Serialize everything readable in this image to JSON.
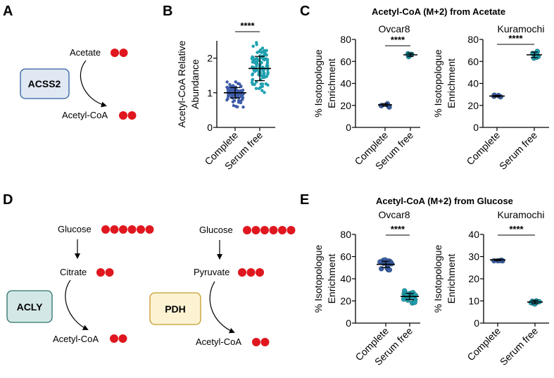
{
  "colors": {
    "complete": "#3f5ca8",
    "serum_free": "#1fa0b0",
    "carbon": "#e0171f",
    "acss2_fill": "#dfe8f3",
    "acss2_stroke": "#2f5f9e",
    "acly_fill": "#d3e8e6",
    "acly_stroke": "#2e6f6a",
    "pdh_fill": "#fdf3d3",
    "pdh_stroke": "#c49a2a"
  },
  "panels": {
    "A": {
      "letter": "A",
      "enzyme": "ACSS2",
      "substrate": "Acetate",
      "substrate_carbons": 2,
      "product": "Acetyl-CoA",
      "product_carbons": 2
    },
    "B": {
      "letter": "B"
    },
    "C": {
      "letter": "C",
      "heading": "Acetyl-CoA (M+2) from Acetate"
    },
    "D": {
      "letter": "D",
      "left": {
        "source": "Glucose",
        "source_carbons": 6,
        "intermediate": "Citrate",
        "intermediate_carbons": 2,
        "enzyme": "ACLY",
        "product": "Acetyl-CoA",
        "product_carbons": 2
      },
      "right": {
        "source": "Glucose",
        "source_carbons": 6,
        "intermediate": "Pyruvate",
        "intermediate_carbons": 3,
        "enzyme": "PDH",
        "product": "Acetyl-CoA",
        "product_carbons": 2
      }
    },
    "E": {
      "letter": "E",
      "heading": "Acetyl-CoA (M+2) from Glucose"
    }
  },
  "chart_data": [
    {
      "panel": "B",
      "type": "scatter",
      "title": "",
      "ylabel": [
        "Acetyl-CoA Relative",
        "Abundance"
      ],
      "categories": [
        "Complete",
        "Serum free"
      ],
      "ylim": [
        0,
        2.5
      ],
      "yticks": [
        0,
        1,
        2
      ],
      "significance": "****",
      "series": [
        {
          "category": "Complete",
          "mean": 1.0,
          "sd": 0.15,
          "n": 90,
          "min": 0.55,
          "max": 1.4
        },
        {
          "category": "Serum free",
          "mean": 1.7,
          "sd": 0.35,
          "n": 110,
          "min": 0.95,
          "max": 2.45
        }
      ]
    },
    {
      "panel": "C",
      "type": "scatter",
      "title": "Ovcar8",
      "ylabel": [
        "% Isotopologue",
        "Enrichment"
      ],
      "categories": [
        "Complete",
        "Serum free"
      ],
      "ylim": [
        0,
        80
      ],
      "yticks": [
        0,
        20,
        40,
        60,
        80
      ],
      "significance": "****",
      "series": [
        {
          "category": "Complete",
          "mean": 20.5,
          "sd": 1.2,
          "n": 6,
          "min": 18.5,
          "max": 22.5
        },
        {
          "category": "Serum free",
          "mean": 66,
          "sd": 1.5,
          "n": 6,
          "min": 64,
          "max": 68.5
        }
      ]
    },
    {
      "panel": "C",
      "type": "scatter",
      "title": "Kuramochi",
      "ylabel": [
        "% Isotopologue",
        "Enrichment"
      ],
      "categories": [
        "Complete",
        "Serum free"
      ],
      "ylim": [
        0,
        80
      ],
      "yticks": [
        0,
        20,
        40,
        60,
        80
      ],
      "significance": "****",
      "series": [
        {
          "category": "Complete",
          "mean": 28.5,
          "sd": 0.6,
          "n": 6,
          "min": 27.8,
          "max": 29.3
        },
        {
          "category": "Serum free",
          "mean": 66,
          "sd": 2.5,
          "n": 7,
          "min": 63,
          "max": 71
        }
      ]
    },
    {
      "panel": "E",
      "type": "scatter",
      "title": "Ovcar8",
      "ylabel": [
        "% Isotopologue",
        "Enrichment"
      ],
      "categories": [
        "Complete",
        "Serum free"
      ],
      "ylim": [
        0,
        80
      ],
      "yticks": [
        0,
        20,
        40,
        60,
        80
      ],
      "significance": "****",
      "series": [
        {
          "category": "Complete",
          "mean": 53,
          "sd": 2.8,
          "n": 16,
          "min": 48,
          "max": 58
        },
        {
          "category": "Serum free",
          "mean": 24,
          "sd": 2.8,
          "n": 16,
          "min": 18,
          "max": 30
        }
      ]
    },
    {
      "panel": "E",
      "type": "scatter",
      "title": "Kuramochi",
      "ylabel": [
        "% Isotopologue",
        "Enrichment"
      ],
      "categories": [
        "Complete",
        "Serum free"
      ],
      "ylim": [
        0,
        40
      ],
      "yticks": [
        0,
        10,
        20,
        30,
        40
      ],
      "significance": "****",
      "series": [
        {
          "category": "Complete",
          "mean": 28.5,
          "sd": 0.3,
          "n": 6,
          "min": 28.1,
          "max": 29
        },
        {
          "category": "Serum free",
          "mean": 9.5,
          "sd": 0.8,
          "n": 7,
          "min": 8.5,
          "max": 11
        }
      ]
    }
  ]
}
